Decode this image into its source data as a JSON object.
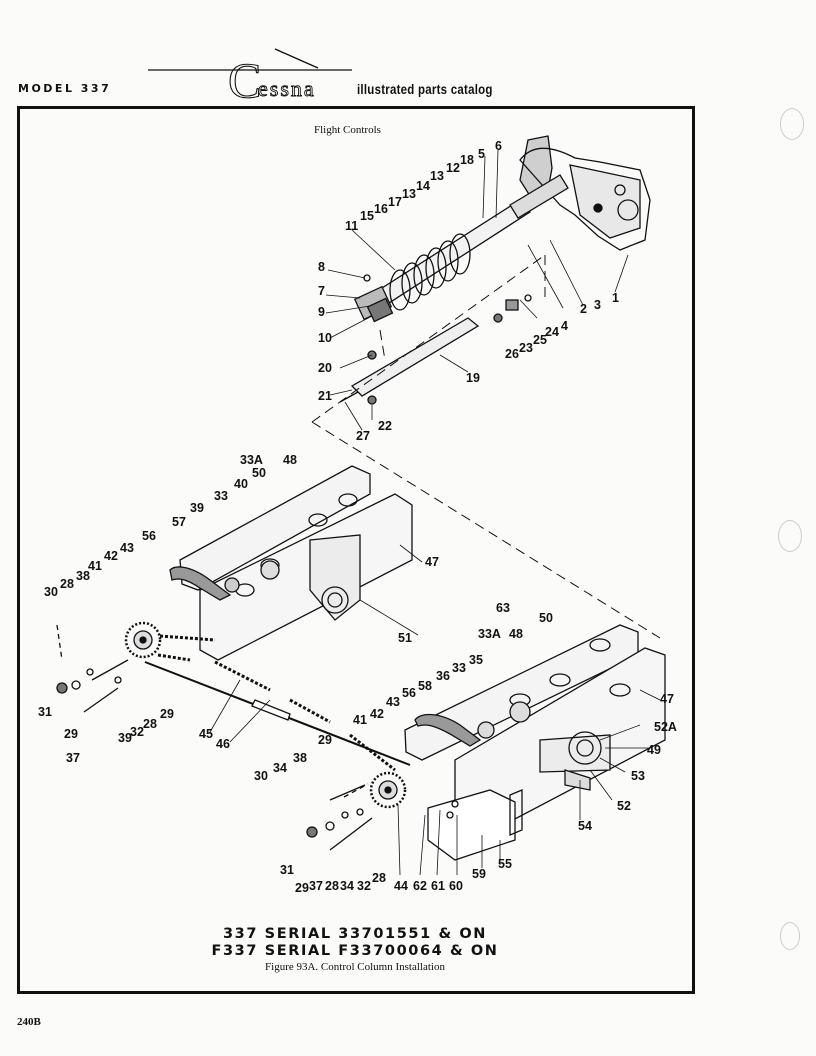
{
  "header": {
    "model": "MODEL 337",
    "brand": "Cessna",
    "catalog_title": "illustrated parts catalog"
  },
  "figure": {
    "section_title": "Flight Controls",
    "serial_line_1": "337 SERIAL 33701551 & ON",
    "serial_line_2": "F337 SERIAL F33700064 & ON",
    "caption": "Figure 93A.  Control Column Installation",
    "callouts": [
      "1",
      "2",
      "3",
      "4",
      "5",
      "6",
      "7",
      "8",
      "9",
      "10",
      "11",
      "12",
      "13",
      "13",
      "14",
      "15",
      "16",
      "17",
      "18",
      "19",
      "20",
      "21",
      "22",
      "23",
      "24",
      "25",
      "26",
      "27",
      "28",
      "28",
      "28",
      "28",
      "29",
      "29",
      "29",
      "29",
      "30",
      "30",
      "31",
      "31",
      "32",
      "32",
      "33",
      "33",
      "33A",
      "33A",
      "34",
      "34",
      "35",
      "36",
      "37",
      "37",
      "38",
      "38",
      "39",
      "39",
      "40",
      "41",
      "41",
      "42",
      "42",
      "43",
      "43",
      "44",
      "45",
      "46",
      "47",
      "47",
      "48",
      "48",
      "49",
      "50",
      "50",
      "51",
      "52",
      "52A",
      "53",
      "54",
      "55",
      "56",
      "56",
      "57",
      "58",
      "59",
      "60",
      "61",
      "62",
      "63"
    ]
  },
  "footer": {
    "page": "240B"
  }
}
